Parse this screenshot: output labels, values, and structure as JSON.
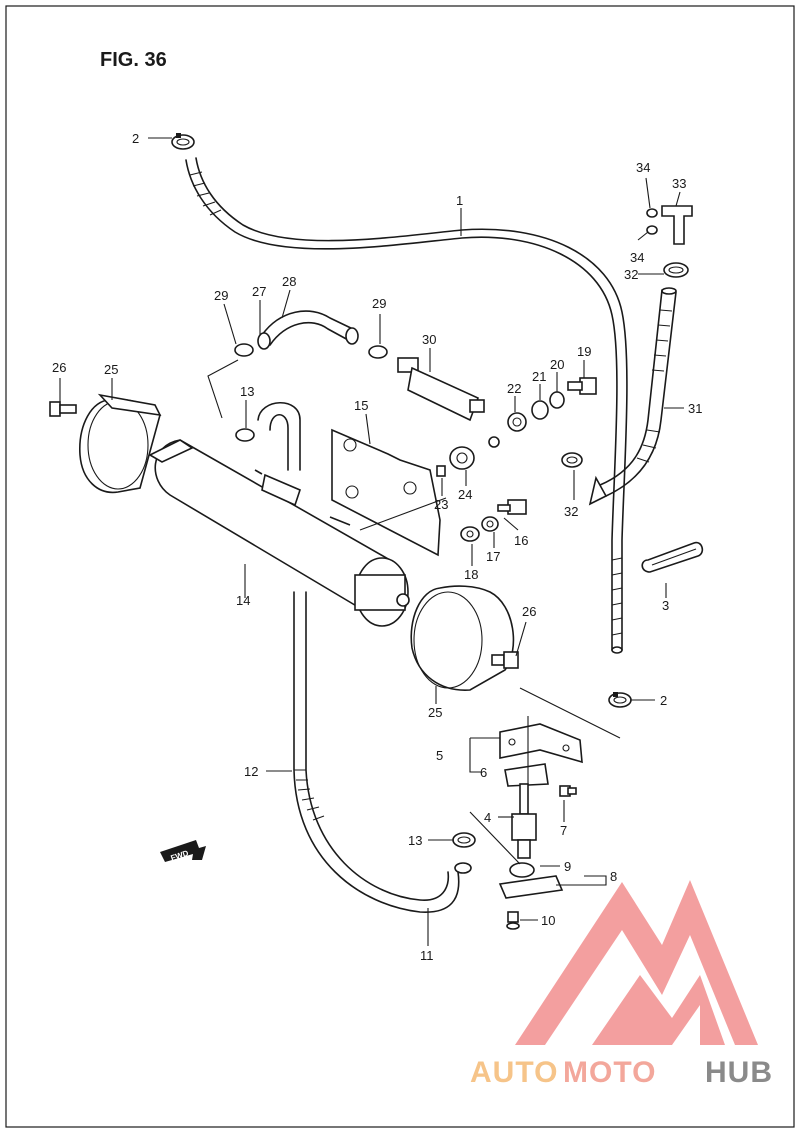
{
  "figure": {
    "title": "FIG. 36"
  },
  "callouts": [
    {
      "id": "c1",
      "text": "1"
    },
    {
      "id": "c2a",
      "text": "2"
    },
    {
      "id": "c2b",
      "text": "2"
    },
    {
      "id": "c3",
      "text": "3"
    },
    {
      "id": "c4",
      "text": "4"
    },
    {
      "id": "c5",
      "text": "5"
    },
    {
      "id": "c6",
      "text": "6"
    },
    {
      "id": "c7",
      "text": "7"
    },
    {
      "id": "c8",
      "text": "8"
    },
    {
      "id": "c9",
      "text": "9"
    },
    {
      "id": "c10",
      "text": "10"
    },
    {
      "id": "c11",
      "text": "11"
    },
    {
      "id": "c12",
      "text": "12"
    },
    {
      "id": "c13a",
      "text": "13"
    },
    {
      "id": "c13b",
      "text": "13"
    },
    {
      "id": "c14",
      "text": "14"
    },
    {
      "id": "c15",
      "text": "15"
    },
    {
      "id": "c16",
      "text": "16"
    },
    {
      "id": "c17",
      "text": "17"
    },
    {
      "id": "c18",
      "text": "18"
    },
    {
      "id": "c19",
      "text": "19"
    },
    {
      "id": "c20",
      "text": "20"
    },
    {
      "id": "c21",
      "text": "21"
    },
    {
      "id": "c22",
      "text": "22"
    },
    {
      "id": "c23",
      "text": "23"
    },
    {
      "id": "c24",
      "text": "24"
    },
    {
      "id": "c25a",
      "text": "25"
    },
    {
      "id": "c25b",
      "text": "25"
    },
    {
      "id": "c26a",
      "text": "26"
    },
    {
      "id": "c26b",
      "text": "26"
    },
    {
      "id": "c27",
      "text": "27"
    },
    {
      "id": "c28",
      "text": "28"
    },
    {
      "id": "c29a",
      "text": "29"
    },
    {
      "id": "c29b",
      "text": "29"
    },
    {
      "id": "c30",
      "text": "30"
    },
    {
      "id": "c31",
      "text": "31"
    },
    {
      "id": "c32a",
      "text": "32"
    },
    {
      "id": "c32b",
      "text": "32"
    },
    {
      "id": "c33",
      "text": "33"
    },
    {
      "id": "c34a",
      "text": "34"
    },
    {
      "id": "c34b",
      "text": "34"
    }
  ],
  "forward_arrow": {
    "label": "FWD"
  },
  "watermark": {
    "text_a": "AUTO",
    "text_b": "MOTO",
    "text_c": "HUB",
    "color_a": "#f6c489",
    "color_b": "#f3a79b",
    "color_c": "#8a8a8a",
    "logo_color": "#f28f8f"
  },
  "colors": {
    "ink": "#1a1a1a",
    "background": "#ffffff"
  }
}
